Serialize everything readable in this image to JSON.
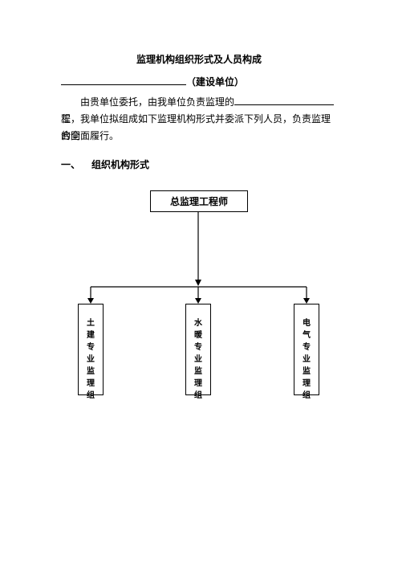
{
  "doc": {
    "title": "监理机构组织形式及人员构成",
    "addressee_suffix": "（建设单位）",
    "para_part1": "由贵单位委托，由我单位负责监理的",
    "para_part2": "工",
    "para_line2": "程，我单位拟组成如下监理机构形式并委派下列人员，负责监理合同",
    "para_line3": "的全面履行。",
    "section_num": "一、",
    "section_title": "组织机构形式"
  },
  "org_chart": {
    "top": "总监理工程师",
    "groups": [
      {
        "chars": [
          "土",
          "建",
          "专",
          "业",
          "监",
          "理",
          "组"
        ]
      },
      {
        "chars": [
          "水",
          "暖",
          "专",
          "业",
          "监",
          "理",
          "组"
        ]
      },
      {
        "chars": [
          "电",
          "气",
          "专",
          "业",
          "监",
          "理",
          "组"
        ]
      }
    ]
  }
}
